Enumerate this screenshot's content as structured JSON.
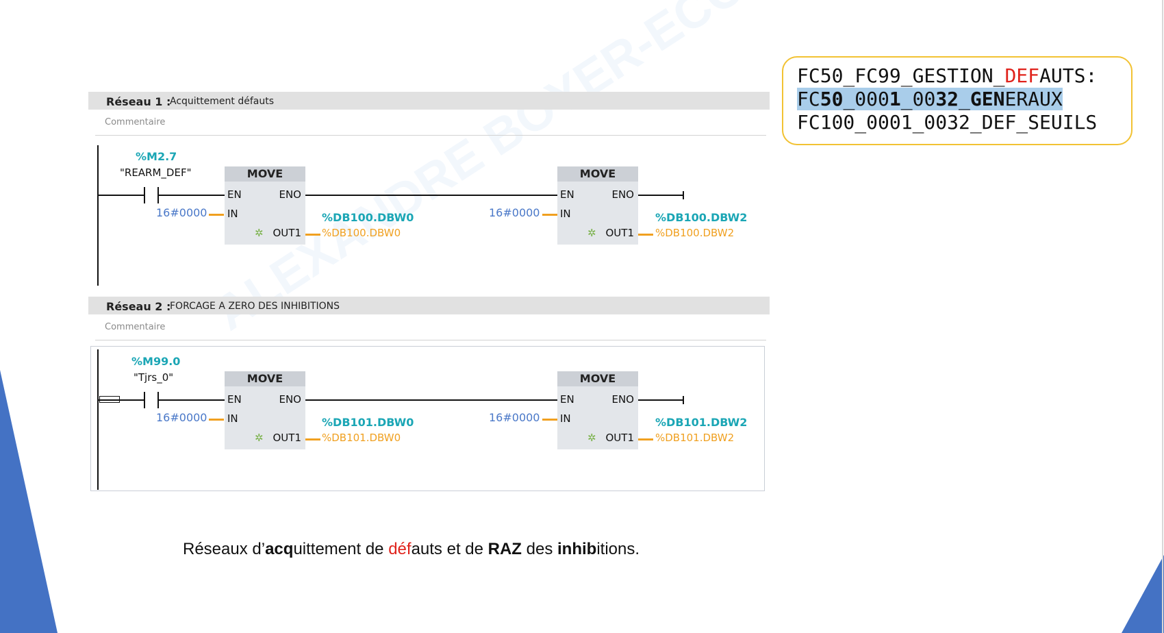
{
  "networks": [
    {
      "title": "Réseau 1 :",
      "description": "Acquittement défauts",
      "comment": "Commentaire",
      "contact": {
        "address": "%M2.7",
        "name": "\"REARM_DEF\""
      },
      "blocks": [
        {
          "title": "MOVE",
          "en": "EN",
          "eno": "ENO",
          "in": "IN",
          "out": "OUT1",
          "in_value": "16#0000",
          "out_address": "%DB100.DBW0",
          "out_value": "%DB100.DBW0"
        },
        {
          "title": "MOVE",
          "en": "EN",
          "eno": "ENO",
          "in": "IN",
          "out": "OUT1",
          "in_value": "16#0000",
          "out_address": "%DB100.DBW2",
          "out_value": "%DB100.DBW2"
        }
      ]
    },
    {
      "title": "Réseau 2 :",
      "description": "FORCAGE A ZERO DES INHIBITIONS",
      "comment": "Commentaire",
      "contact": {
        "address": "%M99.0",
        "name": "\"Tjrs_0\""
      },
      "blocks": [
        {
          "title": "MOVE",
          "en": "EN",
          "eno": "ENO",
          "in": "IN",
          "out": "OUT1",
          "in_value": "16#0000",
          "out_address": "%DB101.DBW0",
          "out_value": "%DB101.DBW0"
        },
        {
          "title": "MOVE",
          "en": "EN",
          "eno": "ENO",
          "in": "IN",
          "out": "OUT1",
          "in_value": "16#0000",
          "out_address": "%DB101.DBW2",
          "out_value": "%DB101.DBW2"
        }
      ]
    }
  ],
  "callout": {
    "line1": {
      "a": "FC50_FC99_GESTION_",
      "b": "DEF",
      "c": "AUTS:"
    },
    "line2": {
      "a": "FC",
      "b": "50",
      "c": "_000",
      "d": "1",
      "e": "_00",
      "f": "32",
      "g": "_",
      "h": "GEN",
      "i": "ERAUX"
    },
    "line3": "FC100_0001_0032_DEF_SEUILS"
  },
  "caption": {
    "p1": "Réseaux d’",
    "p2": "acq",
    "p3": "uittement de ",
    "p4": "déf",
    "p5": "auts et de ",
    "p6": "RAZ",
    "p7": " des ",
    "p8": "inhib",
    "p9": "itions."
  },
  "colors": {
    "accent_blue": "#4472c4",
    "callout_border": "#f2c233",
    "cyan": "#1ba6b5",
    "orange": "#f0a020",
    "red": "#e0231c"
  },
  "watermark": "ALEXANDRE BOYER-ECOLE TECHNIQUES"
}
